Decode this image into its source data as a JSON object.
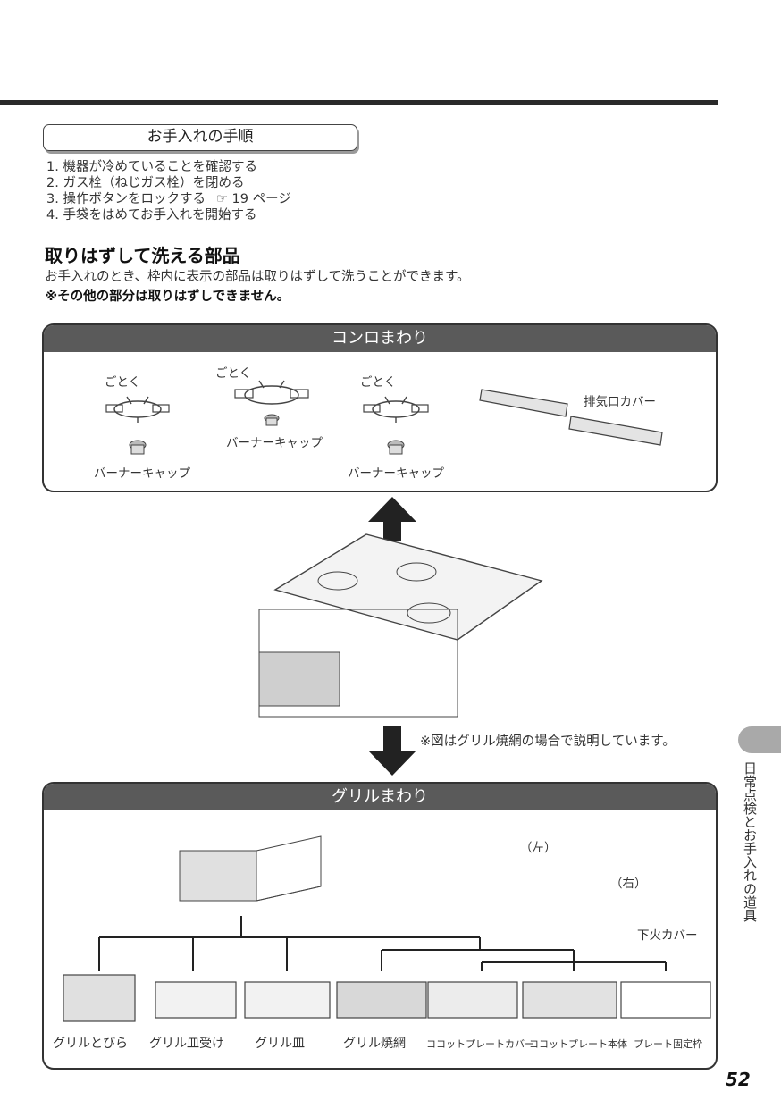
{
  "procedure": {
    "title": "お手入れの手順",
    "steps": [
      "1. 機器が冷めていることを確認する",
      "2. ガス栓（ねじガス栓）を閉める",
      "3. 操作ボタンをロックする",
      "4. 手袋をはめてお手入れを開始する"
    ],
    "step3_ref": "☞ 19 ページ"
  },
  "section": {
    "title": "取りはずして洗える部品",
    "description": "お手入れのとき、枠内に表示の部品は取りはずして洗うことができます。",
    "note": "※その他の部分は取りはずしできません。"
  },
  "konro_panel": {
    "title": "コンロまわり",
    "labels": {
      "gotoku_1": "ごとく",
      "gotoku_2": "ごとく",
      "gotoku_3": "ごとく",
      "burner_cap_1": "バーナーキャップ",
      "burner_cap_2": "バーナーキャップ",
      "burner_cap_3": "バーナーキャップ",
      "exhaust_cover": "排気口カバー"
    }
  },
  "middle": {
    "note": "※図はグリル焼網の場合で説明しています。"
  },
  "grill_panel": {
    "title": "グリルまわり",
    "labels": {
      "left": "（左）",
      "right": "（右）",
      "lower_fire_cover": "下火カバー"
    },
    "parts": [
      "グリルとびら",
      "グリル皿受け",
      "グリル皿",
      "グリル焼網",
      "ココットプレートカバー",
      "ココットプレート本体",
      "プレート固定枠"
    ]
  },
  "side_tab": {
    "text": "日常点検とお手入れの道具"
  },
  "page_number": "52",
  "colors": {
    "panel_header": "#5a5a5a",
    "side_tab": "#a9a9a9",
    "rule": "#2a2a2a"
  }
}
